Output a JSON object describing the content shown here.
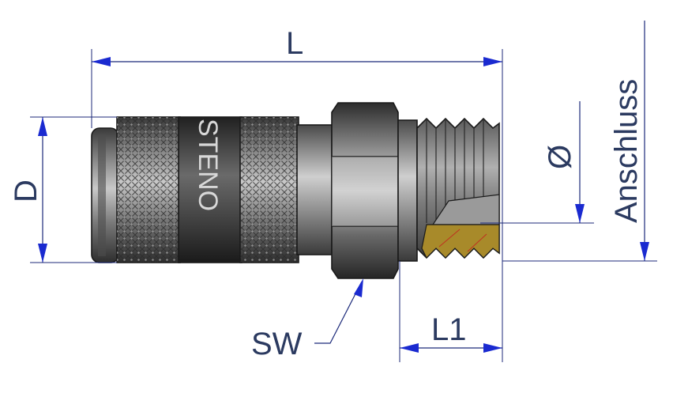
{
  "labels": {
    "length": "L",
    "diameter": "D",
    "wrench_size": "SW",
    "thread_length": "L1",
    "bore": "Ø",
    "connection": "Anschluss"
  },
  "brand_text": "STENO",
  "colors": {
    "dimension": "#1c2a7a",
    "arrow": "#1a2ad0",
    "label": "#2b3a60",
    "metal_dark": "#3a3a3a",
    "metal_light": "#b8b8b8",
    "section_fill": "#a88a2a"
  }
}
